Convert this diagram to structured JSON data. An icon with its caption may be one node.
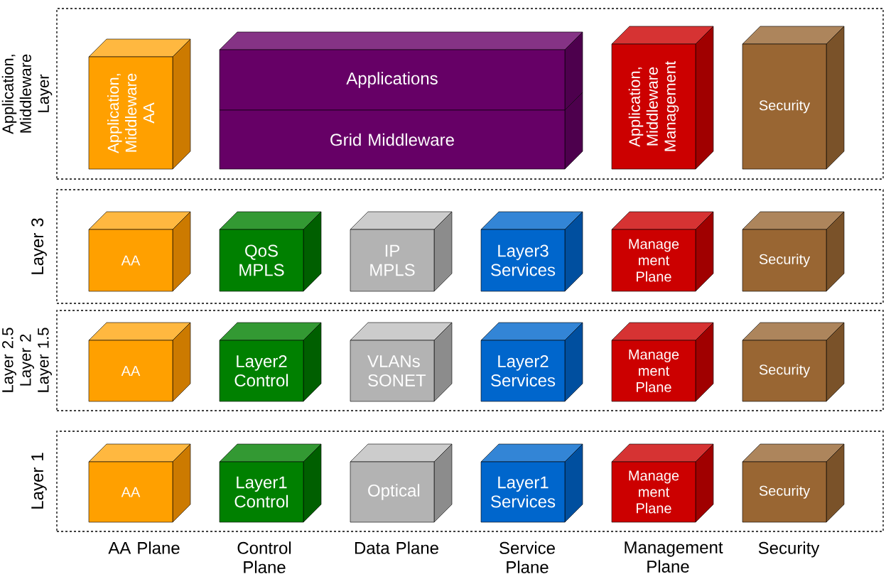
{
  "diagram": {
    "nodes": [
      {
        "text": [
          "Application, Middleware Layer"
        ]
      },
      {
        "text": [
          "Application, Middleware AA"
        ],
        "in": 0
      },
      {
        "text": [
          "Applications"
        ],
        "in": 0
      },
      {
        "text": [
          "Grid Middleware"
        ],
        "in": 0
      },
      {
        "text": [
          "Application, Middleware Management"
        ],
        "in": 0
      },
      {
        "text": [
          "Security"
        ],
        "in": 0
      },
      {
        "text": [
          "Layer 3"
        ]
      },
      {
        "text": [
          "AA"
        ],
        "in": 6
      },
      {
        "text": [
          "QoS MPLS"
        ],
        "in": 6
      },
      {
        "text": [
          "IP MPLS"
        ],
        "in": 6
      },
      {
        "text": [
          "Layer3 Services"
        ],
        "in": 6
      },
      {
        "text": [
          "Manage ment Plane"
        ],
        "in": 6
      },
      {
        "text": [
          "Security"
        ],
        "in": 6
      },
      {
        "text": [
          "Layer 2.5 Layer 2 Layer 1.5"
        ]
      },
      {
        "text": [
          "AA"
        ],
        "in": 13
      },
      {
        "text": [
          "Layer2 Control"
        ],
        "in": 13
      },
      {
        "text": [
          "VLANs SONET"
        ],
        "in": 13
      },
      {
        "text": [
          "Layer2 Services"
        ],
        "in": 13
      },
      {
        "text": [
          "Manage ment Plane"
        ],
        "in": 13
      },
      {
        "text": [
          "Security"
        ],
        "in": 13
      },
      {
        "text": [
          "Layer 1"
        ]
      },
      {
        "text": [
          "AA"
        ],
        "in": 20
      },
      {
        "text": [
          "Layer1 Control"
        ],
        "in": 20
      },
      {
        "text": [
          "Optical"
        ],
        "in": 20
      },
      {
        "text": [
          "Layer1 Services"
        ],
        "in": 20
      },
      {
        "text": [
          "Manage ment Plane"
        ],
        "in": 20
      },
      {
        "text": [
          "Security"
        ],
        "in": 20
      }
    ],
    "labels": [
      "AA Plane",
      "Control Plane",
      "Data Plane",
      "Service Plane",
      "Management Plane",
      "Security"
    ]
  }
}
